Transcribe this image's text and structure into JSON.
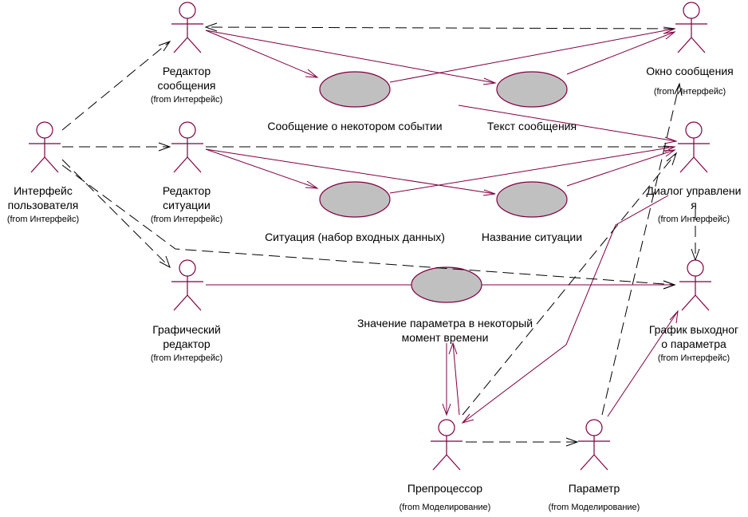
{
  "actors": {
    "user_interface": {
      "name_lines": [
        "Интерфейс",
        "пользователя"
      ],
      "from": "(from Интерфейс)"
    },
    "message_editor": {
      "name_lines": [
        "Редактор",
        "сообщения"
      ],
      "from": "(from Интерфейс)"
    },
    "situation_editor": {
      "name_lines": [
        "Редактор",
        "ситуации"
      ],
      "from": "(from Интерфейс)"
    },
    "graphic_editor": {
      "name_lines": [
        "Графический",
        "редактор"
      ],
      "from": "(from Интерфейс)"
    },
    "message_window": {
      "name_lines": [
        "Окно сообщения"
      ],
      "from": "(from Интерфейс)"
    },
    "control_dialog": {
      "name_lines": [
        "Диалог управлени",
        "я"
      ],
      "from": "(from Интерфейс)"
    },
    "output_chart": {
      "name_lines": [
        "График выходног",
        "о параметра"
      ],
      "from": "(from Интерфейс)"
    },
    "preprocessor": {
      "name_lines": [
        "Препроцессор"
      ],
      "from": "(from Моделирование)"
    },
    "parameter": {
      "name_lines": [
        "Параметр"
      ],
      "from": "(from Моделирование)"
    }
  },
  "use_cases": {
    "event_message": {
      "label_lines": [
        "Сообщение о некотором событии"
      ]
    },
    "message_text": {
      "label_lines": [
        "Текст сообщения"
      ]
    },
    "situation": {
      "label_lines": [
        "Ситуация (набор входных данных)"
      ]
    },
    "situation_name": {
      "label_lines": [
        "Название ситуации"
      ]
    },
    "param_value": {
      "label_lines": [
        "Значение параметра в некоторый",
        "момент времени"
      ]
    }
  },
  "colors": {
    "line": "#800040",
    "usecase_fill": "#c0c0c0",
    "dependency": "#000000"
  }
}
